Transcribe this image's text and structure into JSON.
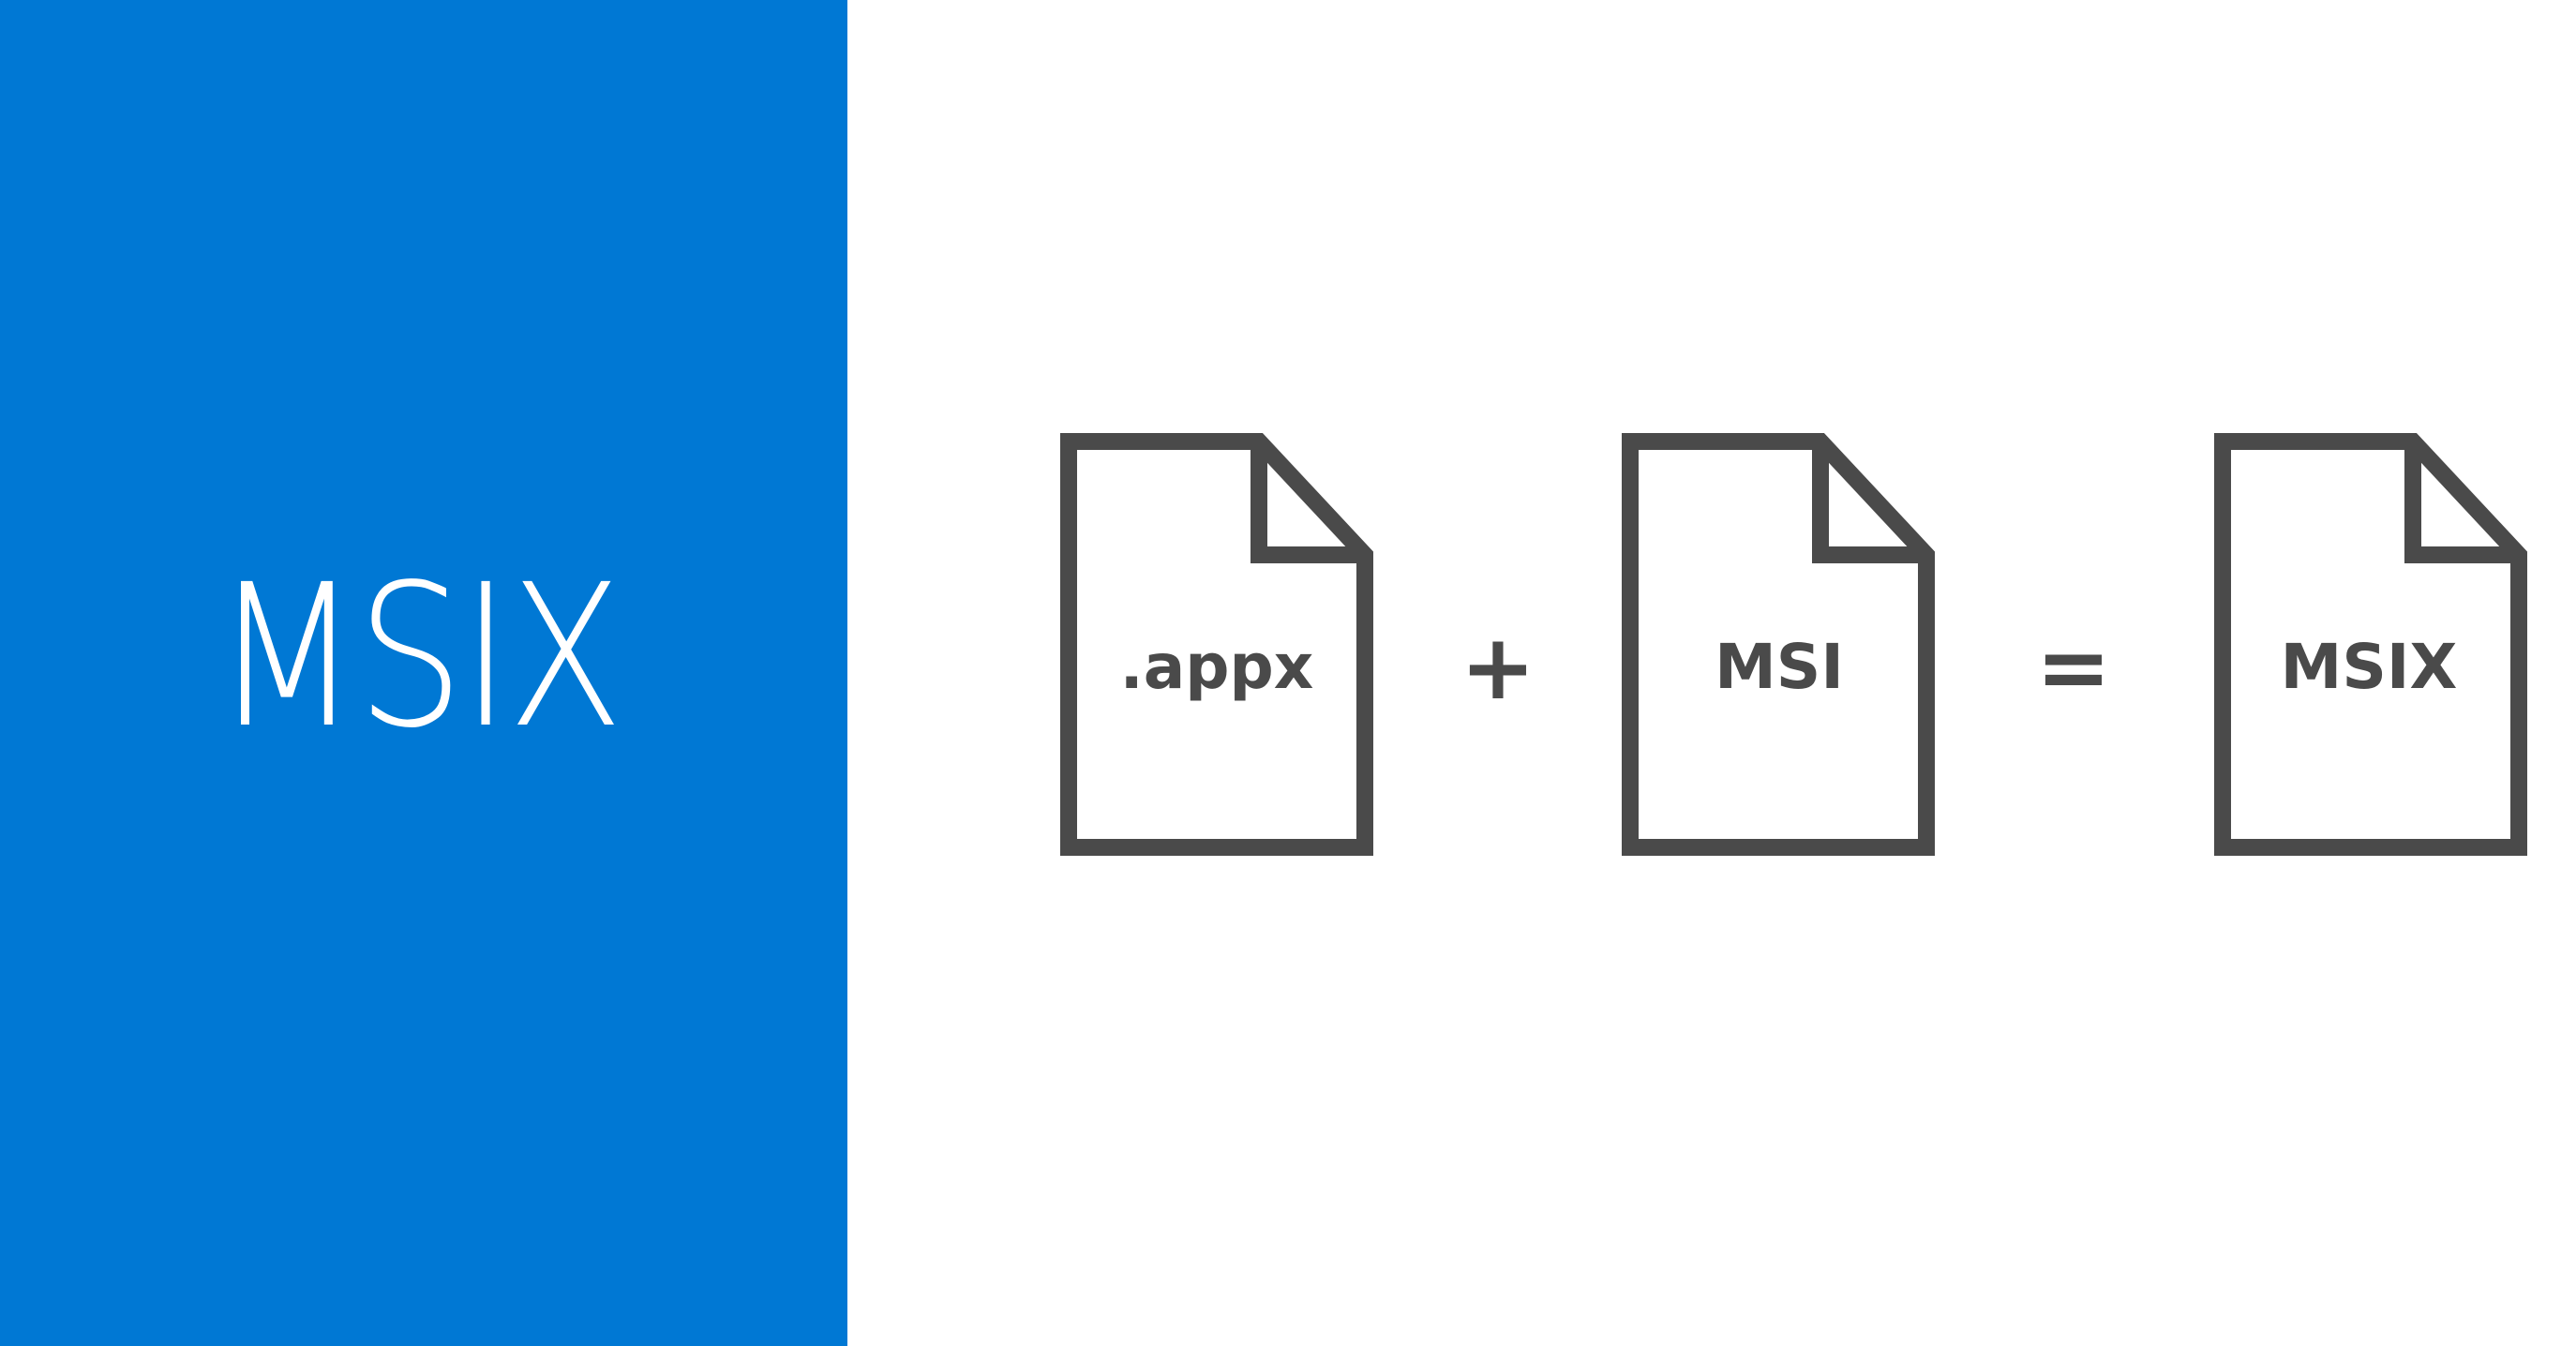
{
  "slide": {
    "title": "MSIX",
    "colors": {
      "panel": "#0078D4",
      "icon": "#4A4A4A",
      "background": "#FFFFFF"
    },
    "equation": {
      "operands": [
        {
          "label": ".appx",
          "icon": "document-icon"
        },
        {
          "label": "MSI",
          "icon": "document-icon"
        },
        {
          "label": "MSIX",
          "icon": "document-icon"
        }
      ],
      "plus": "+",
      "equals": "="
    }
  }
}
